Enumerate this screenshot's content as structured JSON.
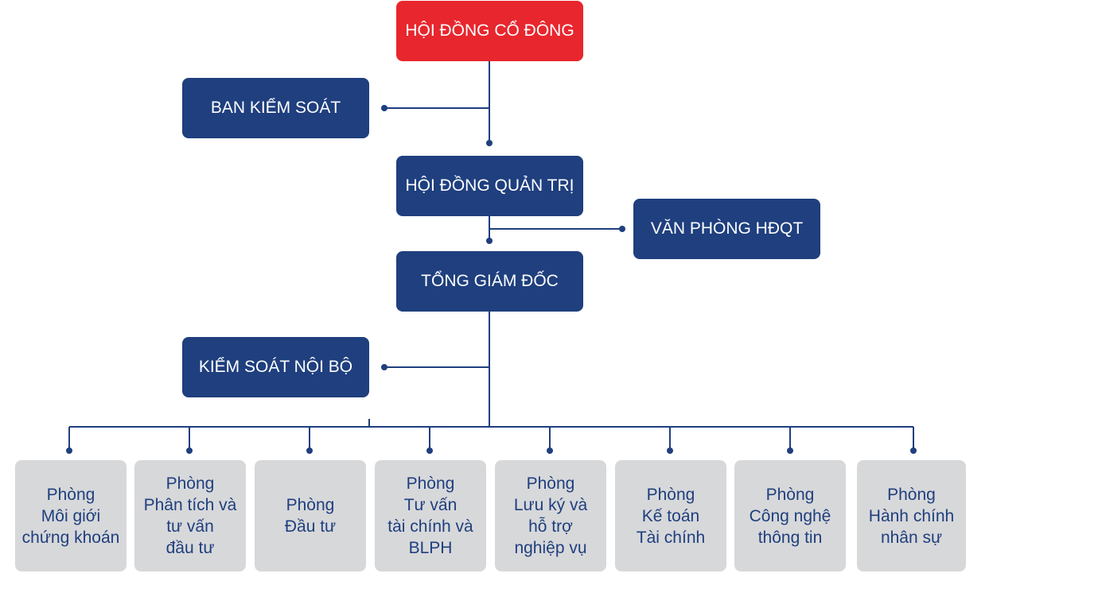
{
  "chart": {
    "top": "HỘI ĐỒNG CỔ ĐÔNG",
    "supervisory": "BAN KIỂM SOÁT",
    "board": "HỘI ĐỒNG QUẢN TRỊ",
    "board_office": "VĂN PHÒNG HĐQT",
    "ceo": "TỔNG GIÁM ĐỐC",
    "internal_control": "KIỂM SOÁT NỘI BỘ",
    "departments": [
      "Phòng\nMôi giới\nchứng khoán",
      "Phòng\nPhân tích và\ntư vấn\nđầu tư",
      "Phòng\nĐầu tư",
      "Phòng\nTư vấn\ntài chính và\nBLPH",
      "Phòng\nLưu ký và\nhỗ trợ\nnghiệp vụ",
      "Phòng\nKế toán\nTài chính",
      "Phòng\nCông nghệ\nthông tin",
      "Phòng\nHành chính\nnhân sự"
    ]
  },
  "colors": {
    "red": "#e8262e",
    "navy": "#1f3f7e",
    "dept_bg": "#d7d8da",
    "line": "#1f3f7e"
  }
}
